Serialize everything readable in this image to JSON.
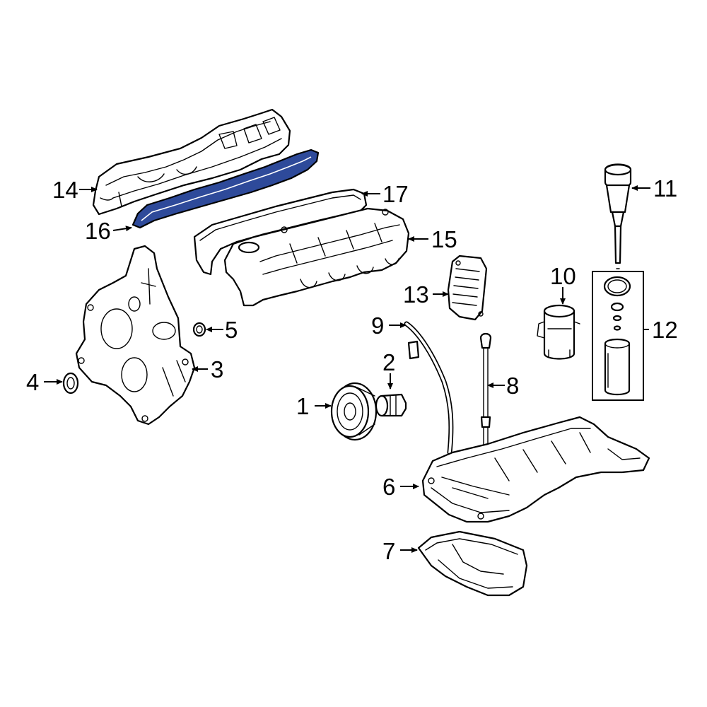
{
  "diagram": {
    "colors": {
      "background": "#ffffff",
      "linework": "#000000",
      "highlight": "#2e4a9a"
    },
    "highlighted_part": "16",
    "callouts": [
      {
        "id": "c1",
        "label": "1"
      },
      {
        "id": "c2",
        "label": "2"
      },
      {
        "id": "c3",
        "label": "3"
      },
      {
        "id": "c4",
        "label": "4"
      },
      {
        "id": "c5",
        "label": "5"
      },
      {
        "id": "c6",
        "label": "6"
      },
      {
        "id": "c7",
        "label": "7"
      },
      {
        "id": "c8",
        "label": "8"
      },
      {
        "id": "c9",
        "label": "9"
      },
      {
        "id": "c10",
        "label": "10"
      },
      {
        "id": "c11",
        "label": "11"
      },
      {
        "id": "c12",
        "label": "12"
      },
      {
        "id": "c13",
        "label": "13"
      },
      {
        "id": "c14",
        "label": "14"
      },
      {
        "id": "c15",
        "label": "15"
      },
      {
        "id": "c16",
        "label": "16"
      },
      {
        "id": "c17",
        "label": "17"
      }
    ]
  }
}
